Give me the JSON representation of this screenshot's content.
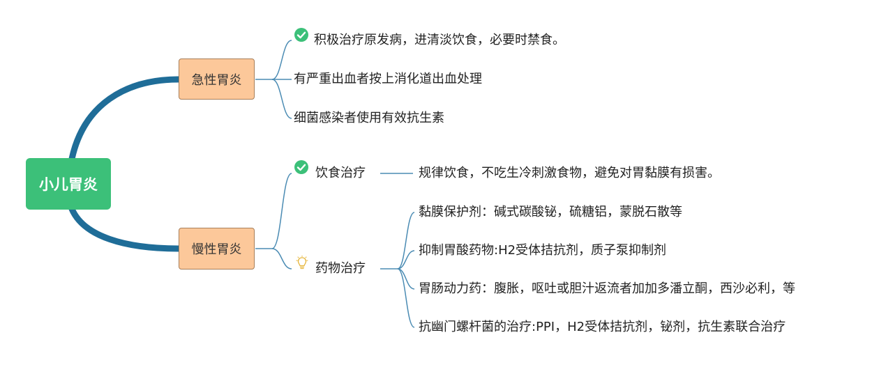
{
  "root": {
    "label": "小儿胃炎"
  },
  "colors": {
    "root": "#3cc079",
    "branch_fill": "#fcc89a",
    "trunk": "#1f6d98",
    "connector": "#4a8bb3",
    "check": "#3cc079",
    "bulb": "#e6b63c"
  },
  "branches": [
    {
      "label": "急性胃炎",
      "items": [
        {
          "text": "积极治疗原发病，进清淡饮食，必要时禁食。",
          "icon": "check-icon"
        },
        {
          "text": "有严重出血者按上消化道出血处理"
        },
        {
          "text": "细菌感染者使用有效抗生素"
        }
      ]
    },
    {
      "label": "慢性胃炎",
      "subs": [
        {
          "label": "饮食治疗",
          "icon": "check-icon",
          "items": [
            {
              "text": "规律饮食，不吃生冷刺激食物，避免对胃黏膜有损害。"
            }
          ]
        },
        {
          "label": "药物治疗",
          "icon": "lightbulb-icon",
          "items": [
            {
              "text": "黏膜保护剂：碱式碳酸铋，硫糖铝，蒙脱石散等"
            },
            {
              "text": "抑制胃酸药物:H2受体拮抗剂，质子泵抑制剂"
            },
            {
              "text": "胃肠动力药：腹胀，呕吐或胆汁返流者加加多潘立酮，西沙必利，等"
            },
            {
              "text": "抗幽门螺杆菌的治疗:PPI，H2受体拮抗剂，铋剂，抗生素联合治疗"
            }
          ]
        }
      ]
    }
  ]
}
